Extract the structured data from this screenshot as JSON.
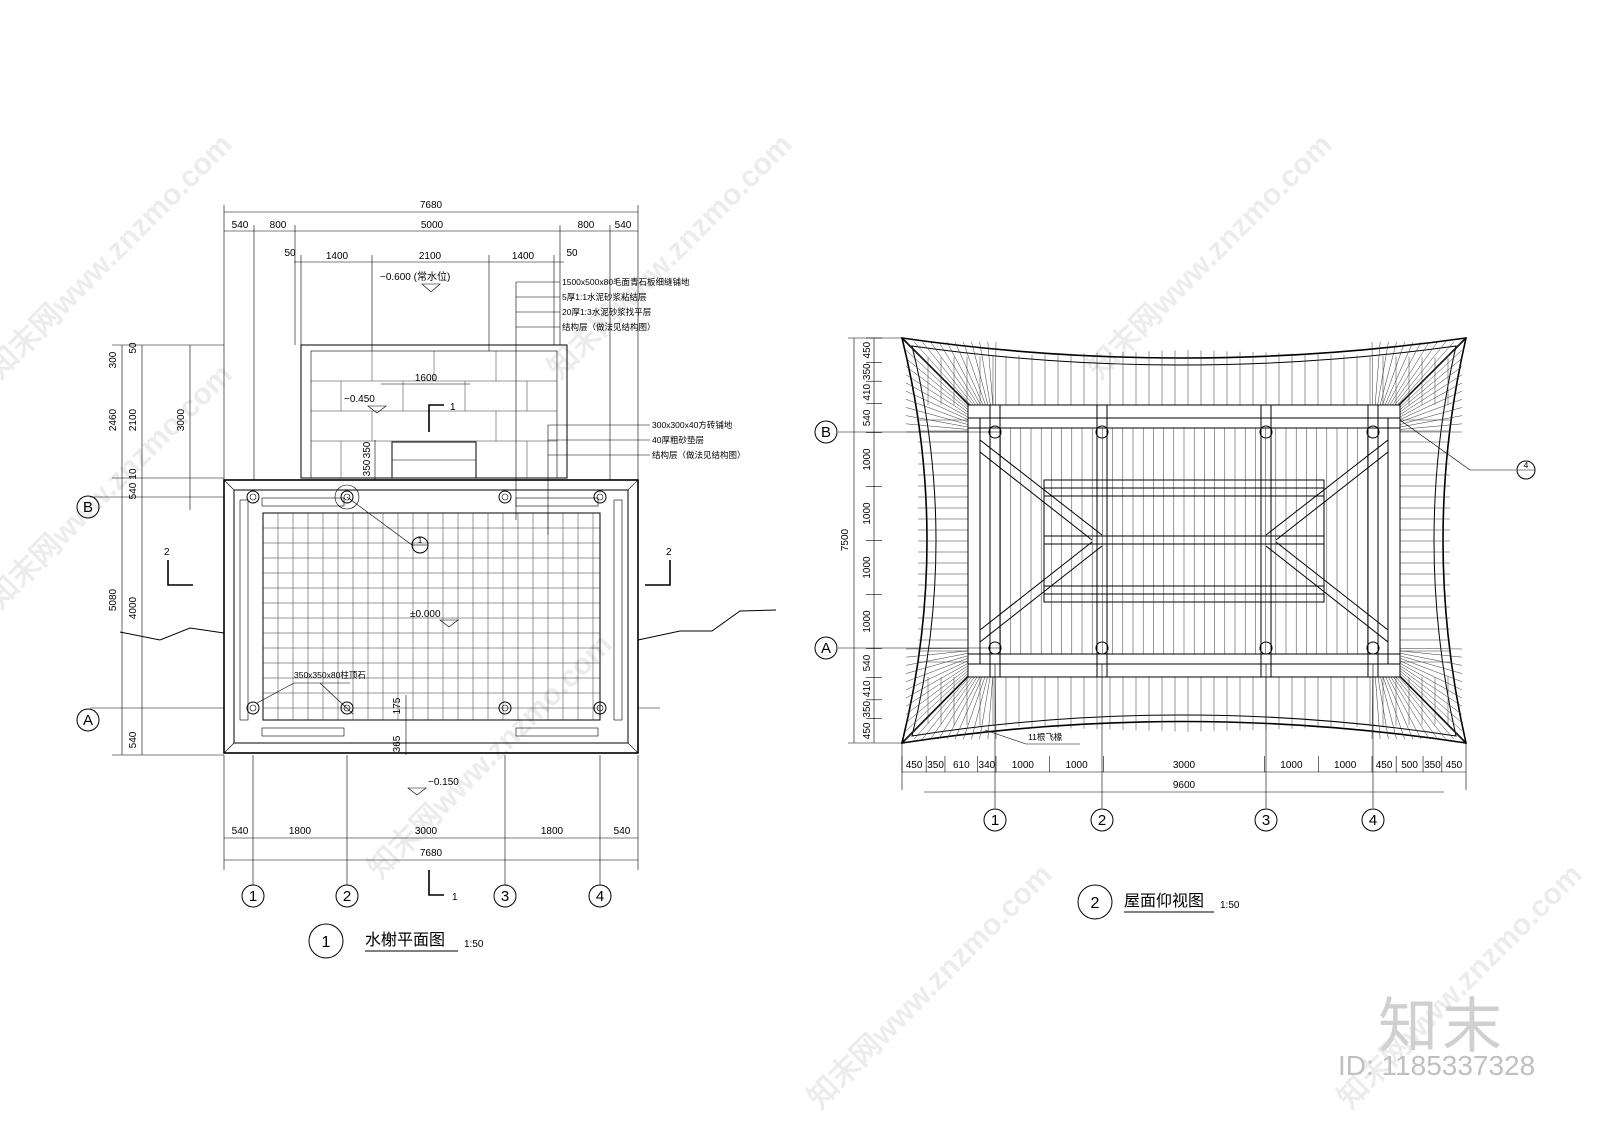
{
  "plan": {
    "title": "水榭平面图",
    "scale": "1:50",
    "number": "1",
    "dims_top": {
      "total": "7680",
      "parts": [
        "540",
        "800",
        "5000",
        "800",
        "540"
      ],
      "sub": [
        "50",
        "1400",
        "2100",
        "1400",
        "50"
      ]
    },
    "dims_bottom": {
      "parts": [
        "540",
        "1800",
        "3000",
        "1800",
        "540"
      ],
      "total": "7680"
    },
    "dims_left_outer": [
      "300",
      "2460",
      "5080",
      "540"
    ],
    "dims_left_inner": [
      "50",
      "2100",
      "10",
      "540",
      "4000"
    ],
    "dim_3000": "3000",
    "dim_1600": "1600",
    "dims_step": [
      "350",
      "350"
    ],
    "dims_175": "175",
    "dims_365": "365",
    "levels": {
      "water": "−0.600 (常水位)",
      "deck": "−0.450",
      "floor": "±0.000",
      "ground": "−0.150"
    },
    "notes_top": [
      "1500x500x80毛面青石板细缝铺地",
      "5厚1:1水泥砂浆粘结层",
      "20厚1:3水泥砂浆找平层",
      "结构层（做法见结构图）"
    ],
    "notes_right": [
      "300x300x40方砖铺地",
      "40厚粗砂垫层",
      "结构层（做法见结构图）"
    ],
    "note_column": "350x350x80柱顶石",
    "section_marks": [
      "1",
      "1",
      "2",
      "2"
    ],
    "axes_h": [
      "1",
      "2",
      "3",
      "4"
    ],
    "axes_v": [
      "A",
      "B"
    ],
    "detail_ref": "1"
  },
  "roof": {
    "title": "屋面仰视图",
    "scale": "1:50",
    "number": "2",
    "dims_left": [
      "450",
      "350",
      "410",
      "540",
      "1000",
      "1000",
      "1000",
      "1000",
      "540",
      "410",
      "350",
      "450"
    ],
    "dim_left_total": "7500",
    "dims_bottom": [
      "450",
      "350",
      "610",
      "340",
      "1000",
      "1000",
      "3000",
      "1000",
      "1000",
      "450",
      "500",
      "350",
      "450"
    ],
    "dim_bottom_total": "9600",
    "note": "11根飞椽",
    "detail_ref": "4",
    "axes_h": [
      "1",
      "2",
      "3",
      "4"
    ],
    "axes_v": [
      "A",
      "B"
    ]
  },
  "watermark": {
    "site": "知末网www.znzmo.com",
    "brand": "知末",
    "id": "ID: 1185337328"
  }
}
